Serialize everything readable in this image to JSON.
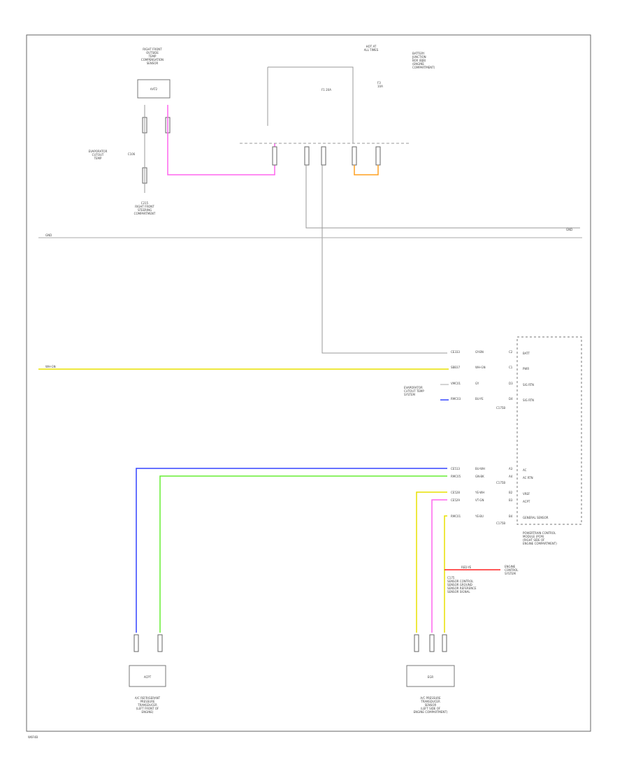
{
  "footer_code": "W6F4B",
  "colors": {
    "pink": "#ff66ee",
    "yellow": "#e8e000",
    "blue": "#3344ff",
    "green": "#66ee33",
    "orange": "#ffa020",
    "red": "#ff2222",
    "gray": "#aaaaaa"
  },
  "labels": {
    "top_left_component": "RIGHT FRONT\nOUTSIDE\nTEMP\nCOMPENSATION\nSENSOR",
    "top_left_box": "AAT2",
    "mid_left_left": "EVAPORATOR\nCUTOUT\nTEMP",
    "mid_left_right": "C106",
    "bottom_left_component": "C215\nRIGHT FRONT\nSTEERING\nCOMPARTMENT",
    "fuse_top": "HOT AT\nALL TIMES",
    "fuse_right": "BATTERY\nJUNCTION\nBOX (BJB)\n(ENGINE\nCOMPARTMENT)",
    "fuse_small": "F1 20A",
    "fuse_side": "F3\n10A",
    "ground_line_label": "GND",
    "ground_right": "GND",
    "yellow_left_label": "WH-GN",
    "module_title": "POWERTRAIN CONTROL\nMODULE (PCM)\n(RIGHT SIDE OF\nENGINE COMPARTMENT)",
    "module_box_label": "GENERAL SENSOR",
    "module_conn_c1": "C175B",
    "module_conn_c2": "C175B",
    "module_conn_c3": "C175B",
    "evap_label": "EVAPORATOR\nCUTOUT TEMP\nSYSTEM",
    "sensor_bottom_left": "A/C REFRIGERANT\nPRESSURE\nTRANSDUCER\n(LEFT FRONT OF\nENGINE)",
    "sensor_bottom_left_box": "ACPT",
    "sensor_bottom_right": "A/C PRESSURE\nTRANSDUCER\nSENSOR\n(LEFT SIDE OF\nENGINE COMPARTMENT)",
    "sensor_bottom_right_box": "EGR",
    "side_note": "C175\nSENSOR CONTROL\nSENSOR GROUND\nSENSOR REFERENCE\nSENSOR SIGNAL",
    "red_dest": "ENGINE\nCONTROL\nSYSTEM"
  },
  "pins": [
    {
      "circuit": "CE333",
      "color": "GY-BN",
      "pin": "C2"
    },
    {
      "circuit": "SBB37",
      "color": "WH-GN",
      "pin": "C1"
    },
    {
      "circuit": "VMC01",
      "color": "GY",
      "pin": "D3"
    },
    {
      "circuit": "RMC03",
      "color": "BU-YE",
      "pin": "D4"
    },
    {
      "circuit": "CE513",
      "color": "BU-WH",
      "pin": "A3"
    },
    {
      "circuit": "RMC05",
      "color": "GN-BK",
      "pin": "A4"
    },
    {
      "circuit": "CE528",
      "color": "YE-WH",
      "pin": "B2"
    },
    {
      "circuit": "CE529",
      "color": "VT-GN",
      "pin": "B3"
    },
    {
      "circuit": "RMC01",
      "color": "YE-BU",
      "pin": "B4"
    }
  ],
  "pin_labels": {
    "p1": "BATT",
    "p2": "PWR",
    "p3": "SIG RTN",
    "p4": "SIG RTN",
    "p5": "AC",
    "p6": "AC RTN",
    "p7": "VREF",
    "p8": "ACPT",
    "p9": "RED-YE"
  }
}
